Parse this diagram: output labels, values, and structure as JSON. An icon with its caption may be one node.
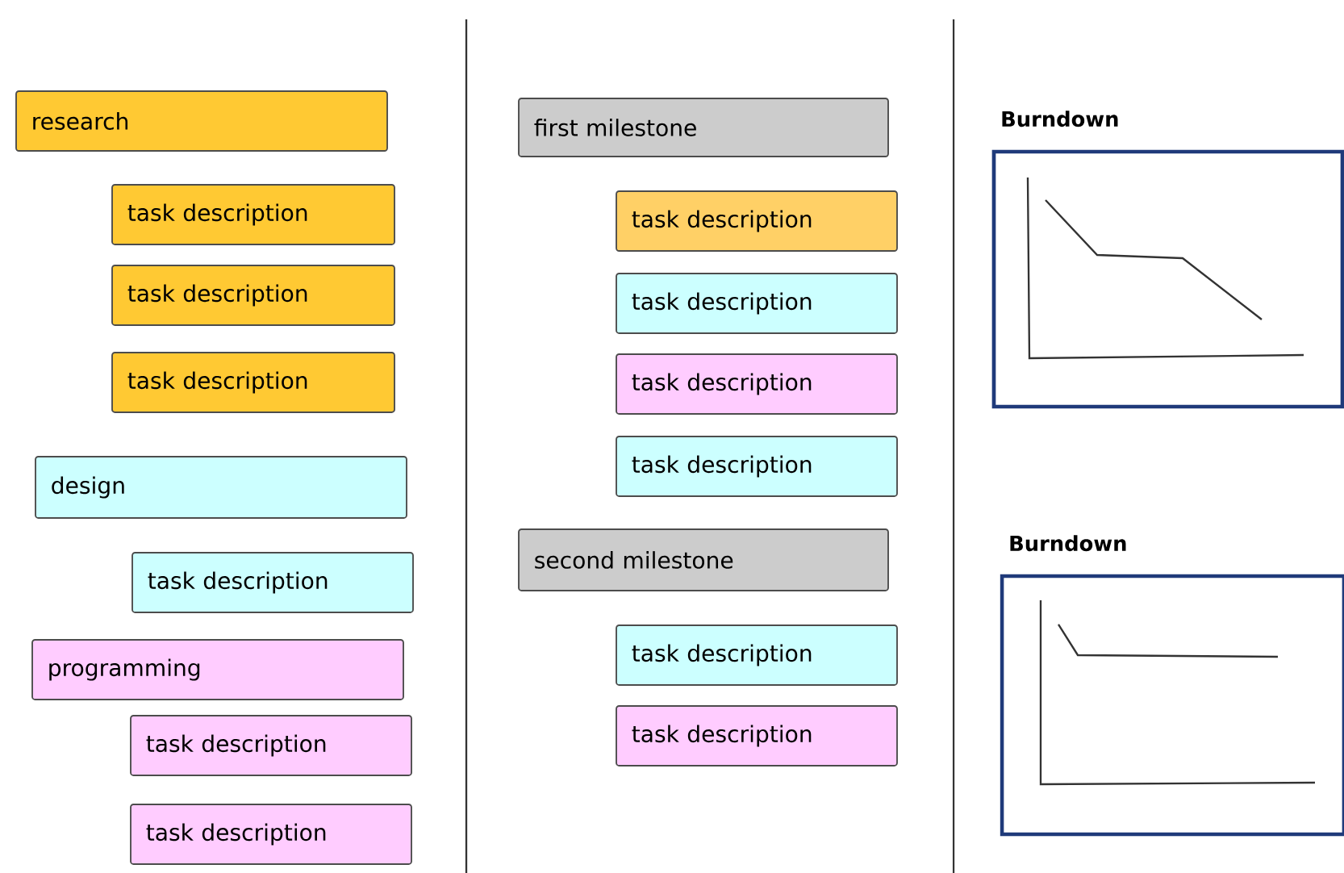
{
  "diagram": {
    "nodes": [
      {
        "text": [
          "research"
        ]
      },
      {
        "text": [
          "task description"
        ]
      },
      {
        "text": [
          "task description"
        ]
      },
      {
        "text": [
          "task description"
        ]
      },
      {
        "text": [
          "design"
        ]
      },
      {
        "text": [
          "task description"
        ]
      },
      {
        "text": [
          "programming"
        ]
      },
      {
        "text": [
          "task description"
        ]
      },
      {
        "text": [
          "task description"
        ]
      },
      {
        "text": [
          "first milestone"
        ]
      },
      {
        "text": [
          "task description"
        ]
      },
      {
        "text": [
          "task description"
        ]
      },
      {
        "text": [
          "task description"
        ]
      },
      {
        "text": [
          "task description"
        ]
      },
      {
        "text": [
          "second milestone"
        ]
      },
      {
        "text": [
          "task description"
        ]
      },
      {
        "text": [
          "task description"
        ]
      },
      {
        "text": [
          "Burndown"
        ]
      },
      {
        "text": [
          "Burndown"
        ]
      }
    ]
  }
}
